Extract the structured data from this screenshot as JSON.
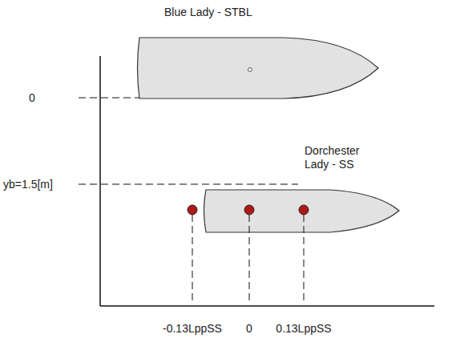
{
  "diagram": {
    "nodes": [
      {
        "text": [
          "Blue Lady - STBL"
        ]
      },
      {
        "text": [
          "Dorchester Lady - SS"
        ]
      }
    ],
    "labels": [
      "0",
      "yb=1.5[m]",
      "-0.13LppSS",
      "0",
      "0.13LppSS"
    ]
  }
}
